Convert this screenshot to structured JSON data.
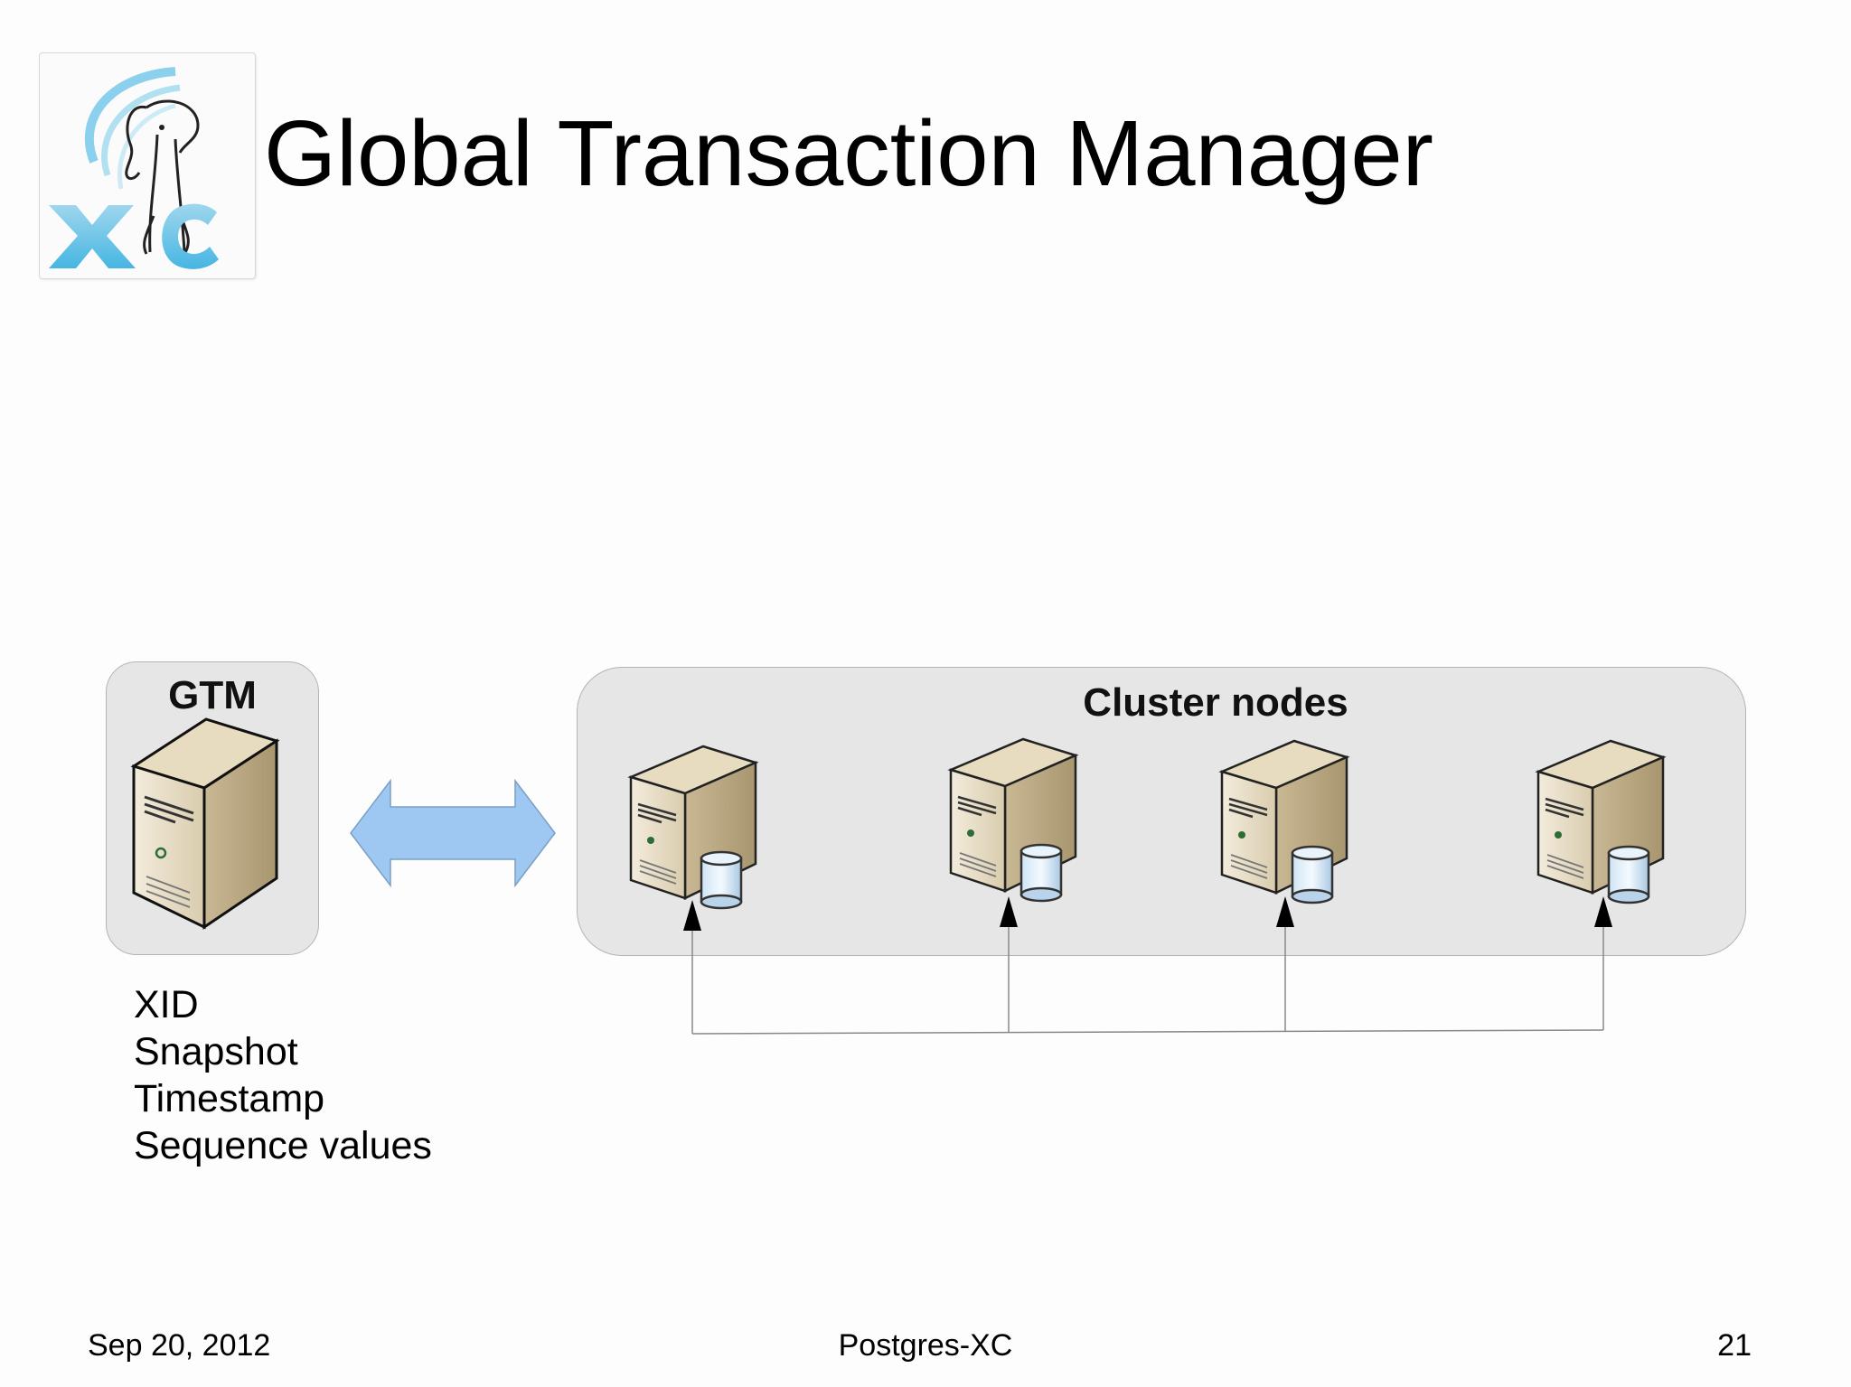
{
  "slide": {
    "title": "Global Transaction Manager",
    "logo_text": "XC"
  },
  "diagram": {
    "gtm_label": "GTM",
    "cluster_label": "Cluster nodes",
    "gtm_provides": [
      "XID",
      "Snapshot",
      "Timestamp",
      "Sequence values"
    ],
    "arrow_color": "#9ec8f2",
    "node_count": 4
  },
  "footer": {
    "date": "Sep 20, 2012",
    "center": "Postgres-XC",
    "page": "21"
  }
}
